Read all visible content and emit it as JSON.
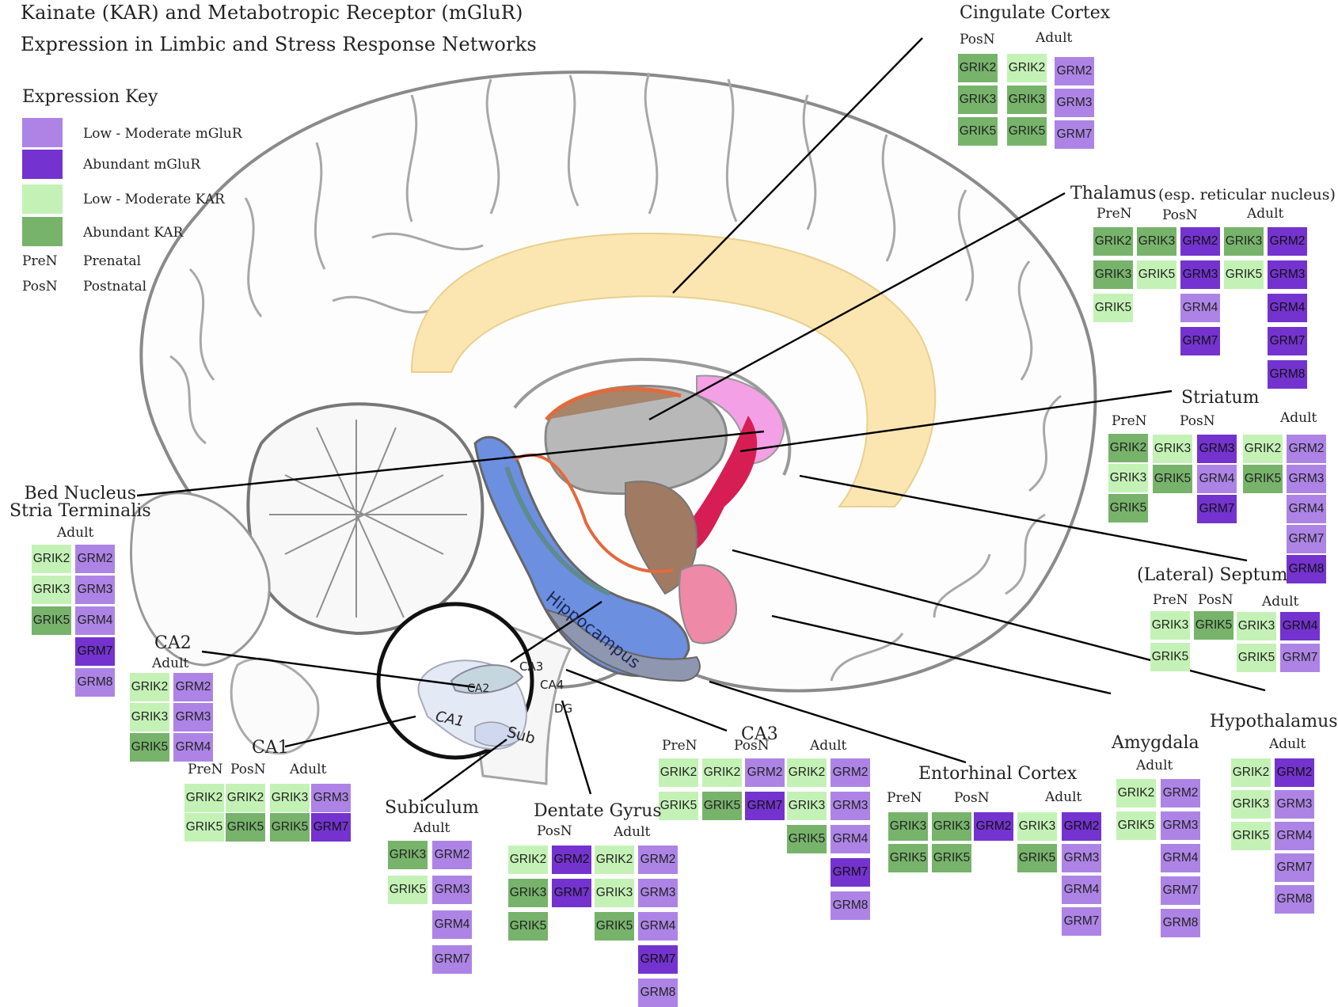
{
  "title_line1": "Kainate (KAR) and Metabotropic Receptor (mGluR)",
  "title_line2": "Expression in Limbic and Stress Response Networks",
  "key": {
    "title": "Expression Key",
    "items": [
      {
        "label": "Low - Moderate mGluR",
        "color": "#ad84e6"
      },
      {
        "label": "Abundant mGluR",
        "color": "#7433cf"
      },
      {
        "label": "Low - Moderate KAR",
        "color": "#c4f2b6"
      },
      {
        "label": "Abundant KAR",
        "color": "#77b36b"
      }
    ],
    "abbreviations": [
      {
        "abbr": "PreN",
        "meaning": "Prenatal"
      },
      {
        "abbr": "PosN",
        "meaning": "Postnatal"
      }
    ]
  },
  "colors": {
    "ak": "#77b36b",
    "lk": "#c4f2b6",
    "am": "#7433cf",
    "lm": "#ad84e6"
  },
  "hippocampus_label": "Hippocampus",
  "hippocampus_inset_labels": [
    "CA3",
    "CA4",
    "CA2",
    "DG",
    "CA1",
    "Sub"
  ],
  "regions": [
    {
      "id": "cingulate",
      "name": "Cingulate Cortex",
      "note": "",
      "groups": [
        {
          "label": "PosN",
          "columns": [
            [
              [
                "GRIK2",
                "ak"
              ],
              [
                "GRIK3",
                "ak"
              ],
              [
                "GRIK5",
                "ak"
              ]
            ]
          ]
        },
        {
          "label": "Adult",
          "columns": [
            [
              [
                "GRIK2",
                "lk"
              ],
              [
                "GRIK3",
                "ak"
              ],
              [
                "GRIK5",
                "ak"
              ]
            ],
            [
              [
                "GRM2",
                "lm"
              ],
              [
                "GRM3",
                "lm"
              ],
              [
                "GRM7",
                "lm"
              ]
            ]
          ]
        }
      ]
    },
    {
      "id": "thalamus",
      "name": "Thalamus",
      "note": "(esp. reticular nucleus)",
      "groups": [
        {
          "label": "PreN",
          "columns": [
            [
              [
                "GRIK2",
                "ak"
              ],
              [
                "GRIK3",
                "ak"
              ],
              [
                "GRIK5",
                "lk"
              ]
            ]
          ]
        },
        {
          "label": "PosN",
          "columns": [
            [
              [
                "GRIK3",
                "ak"
              ],
              [
                "GRIK5",
                "lk"
              ]
            ],
            [
              [
                "GRM2",
                "am"
              ],
              [
                "GRM3",
                "am"
              ],
              [
                "GRM4",
                "lm"
              ],
              [
                "GRM7",
                "am"
              ]
            ]
          ]
        },
        {
          "label": "Adult",
          "columns": [
            [
              [
                "GRIK3",
                "ak"
              ],
              [
                "GRIK5",
                "lk"
              ]
            ],
            [
              [
                "GRM2",
                "am"
              ],
              [
                "GRM3",
                "am"
              ],
              [
                "GRM4",
                "am"
              ],
              [
                "GRM7",
                "am"
              ],
              [
                "GRM8",
                "am"
              ]
            ]
          ]
        }
      ]
    },
    {
      "id": "striatum",
      "name": "Striatum",
      "note": "",
      "groups": [
        {
          "label": "PreN",
          "columns": [
            [
              [
                "GRIK2",
                "ak"
              ],
              [
                "GRIK3",
                "lk"
              ],
              [
                "GRIK5",
                "ak"
              ]
            ]
          ]
        },
        {
          "label": "PosN",
          "columns": [
            [
              [
                "GRIK3",
                "lk"
              ],
              [
                "GRIK5",
                "ak"
              ]
            ],
            [
              [
                "GRM3",
                "am"
              ],
              [
                "GRM4",
                "lm"
              ],
              [
                "GRM7",
                "am"
              ]
            ]
          ]
        },
        {
          "label": "Adult",
          "columns": [
            [
              [
                "GRIK2",
                "lk"
              ],
              [
                "GRIK5",
                "ak"
              ]
            ],
            [
              [
                "GRM2",
                "lm"
              ],
              [
                "GRM3",
                "lm"
              ],
              [
                "GRM4",
                "lm"
              ],
              [
                "GRM7",
                "lm"
              ],
              [
                "GRM8",
                "am"
              ]
            ]
          ]
        }
      ]
    },
    {
      "id": "septum",
      "name": "(Lateral) Septum",
      "note": "",
      "groups": [
        {
          "label": "PreN",
          "columns": [
            [
              [
                "GRIK3",
                "lk"
              ],
              [
                "GRIK5",
                "lk"
              ]
            ]
          ]
        },
        {
          "label": "PosN",
          "columns": [
            [
              [
                "GRIK5",
                "ak"
              ]
            ]
          ]
        },
        {
          "label": "Adult",
          "columns": [
            [
              [
                "GRIK3",
                "lk"
              ],
              [
                "GRIK5",
                "lk"
              ]
            ],
            [
              [
                "GRM4",
                "am"
              ],
              [
                "GRM7",
                "lm"
              ]
            ]
          ]
        }
      ]
    },
    {
      "id": "hypothalamus",
      "name": "Hypothalamus",
      "note": "",
      "groups": [
        {
          "label": "Adult",
          "columns": [
            [
              [
                "GRIK2",
                "lk"
              ],
              [
                "GRIK3",
                "lk"
              ],
              [
                "GRIK5",
                "lk"
              ]
            ],
            [
              [
                "GRM2",
                "am"
              ],
              [
                "GRM3",
                "lm"
              ],
              [
                "GRM4",
                "lm"
              ],
              [
                "GRM7",
                "lm"
              ],
              [
                "GRM8",
                "lm"
              ]
            ]
          ]
        }
      ]
    },
    {
      "id": "amygdala",
      "name": "Amygdala",
      "note": "",
      "groups": [
        {
          "label": "Adult",
          "columns": [
            [
              [
                "GRIK2",
                "lk"
              ],
              [
                "GRIK5",
                "lk"
              ]
            ],
            [
              [
                "GRM2",
                "lm"
              ],
              [
                "GRM3",
                "lm"
              ],
              [
                "GRM4",
                "lm"
              ],
              [
                "GRM7",
                "lm"
              ],
              [
                "GRM8",
                "lm"
              ]
            ]
          ]
        }
      ]
    },
    {
      "id": "entorhinal",
      "name": "Entorhinal Cortex",
      "note": "",
      "groups": [
        {
          "label": "PreN",
          "columns": [
            [
              [
                "GRIK3",
                "ak"
              ],
              [
                "GRIK5",
                "ak"
              ]
            ]
          ]
        },
        {
          "label": "PosN",
          "columns": [
            [
              [
                "GRIK3",
                "ak"
              ],
              [
                "GRIK5",
                "ak"
              ]
            ],
            [
              [
                "GRM2",
                "am"
              ]
            ]
          ]
        },
        {
          "label": "Adult",
          "columns": [
            [
              [
                "GRIK3",
                "lk"
              ],
              [
                "GRIK5",
                "ak"
              ]
            ],
            [
              [
                "GRM2",
                "am"
              ],
              [
                "GRM3",
                "lm"
              ],
              [
                "GRM4",
                "lm"
              ],
              [
                "GRM7",
                "lm"
              ]
            ]
          ]
        }
      ]
    },
    {
      "id": "ca3",
      "name": "CA3",
      "note": "",
      "groups": [
        {
          "label": "PreN",
          "columns": [
            [
              [
                "GRIK2",
                "lk"
              ],
              [
                "GRIK5",
                "lk"
              ]
            ]
          ]
        },
        {
          "label": "PosN",
          "columns": [
            [
              [
                "GRIK2",
                "lk"
              ],
              [
                "GRIK5",
                "ak"
              ]
            ],
            [
              [
                "GRM2",
                "lm"
              ],
              [
                "GRM7",
                "am"
              ]
            ]
          ]
        },
        {
          "label": "Adult",
          "columns": [
            [
              [
                "GRIK2",
                "lk"
              ],
              [
                "GRIK3",
                "lk"
              ],
              [
                "GRIK5",
                "ak"
              ]
            ],
            [
              [
                "GRM2",
                "lm"
              ],
              [
                "GRM3",
                "lm"
              ],
              [
                "GRM4",
                "lm"
              ],
              [
                "GRM7",
                "am"
              ],
              [
                "GRM8",
                "lm"
              ]
            ]
          ]
        }
      ]
    },
    {
      "id": "dentate",
      "name": "Dentate Gyrus",
      "note": "",
      "groups": [
        {
          "label": "PosN",
          "columns": [
            [
              [
                "GRIK2",
                "lk"
              ],
              [
                "GRIK3",
                "ak"
              ],
              [
                "GRIK5",
                "ak"
              ]
            ],
            [
              [
                "GRM2",
                "am"
              ],
              [
                "GRM7",
                "am"
              ]
            ]
          ]
        },
        {
          "label": "Adult",
          "columns": [
            [
              [
                "GRIK2",
                "lk"
              ],
              [
                "GRIK3",
                "lk"
              ],
              [
                "GRIK5",
                "ak"
              ]
            ],
            [
              [
                "GRM2",
                "lm"
              ],
              [
                "GRM3",
                "lm"
              ],
              [
                "GRM4",
                "lm"
              ],
              [
                "GRM7",
                "am"
              ],
              [
                "GRM8",
                "lm"
              ]
            ]
          ]
        }
      ]
    },
    {
      "id": "subiculum",
      "name": "Subiculum",
      "note": "",
      "groups": [
        {
          "label": "Adult",
          "columns": [
            [
              [
                "GRIK3",
                "ak"
              ],
              [
                "GRIK5",
                "lk"
              ]
            ],
            [
              [
                "GRM2",
                "lm"
              ],
              [
                "GRM3",
                "lm"
              ],
              [
                "GRM4",
                "lm"
              ],
              [
                "GRM7",
                "lm"
              ]
            ]
          ]
        }
      ]
    },
    {
      "id": "ca1",
      "name": "CA1",
      "note": "",
      "groups": [
        {
          "label": "PreN",
          "columns": [
            [
              [
                "GRIK2",
                "lk"
              ],
              [
                "GRIK5",
                "lk"
              ]
            ]
          ]
        },
        {
          "label": "PosN",
          "columns": [
            [
              [
                "GRIK2",
                "lk"
              ],
              [
                "GRIK5",
                "ak"
              ]
            ]
          ]
        },
        {
          "label": "Adult",
          "columns": [
            [
              [
                "GRIK3",
                "lk"
              ],
              [
                "GRIK5",
                "ak"
              ]
            ],
            [
              [
                "GRM3",
                "lm"
              ],
              [
                "GRM7",
                "am"
              ]
            ]
          ]
        }
      ]
    },
    {
      "id": "ca2",
      "name": "CA2",
      "note": "",
      "groups": [
        {
          "label": "Adult",
          "columns": [
            [
              [
                "GRIK2",
                "lk"
              ],
              [
                "GRIK3",
                "lk"
              ],
              [
                "GRIK5",
                "ak"
              ]
            ],
            [
              [
                "GRM2",
                "lm"
              ],
              [
                "GRM3",
                "lm"
              ],
              [
                "GRM4",
                "lm"
              ]
            ]
          ]
        }
      ]
    },
    {
      "id": "bnst",
      "name": "Bed Nucleus\nStria Terminalis",
      "note": "",
      "groups": [
        {
          "label": "Adult",
          "columns": [
            [
              [
                "GRIK2",
                "lk"
              ],
              [
                "GRIK3",
                "lk"
              ],
              [
                "GRIK5",
                "ak"
              ]
            ],
            [
              [
                "GRM2",
                "lm"
              ],
              [
                "GRM3",
                "lm"
              ],
              [
                "GRM4",
                "lm"
              ],
              [
                "GRM7",
                "am"
              ],
              [
                "GRM8",
                "lm"
              ]
            ]
          ]
        }
      ]
    }
  ]
}
